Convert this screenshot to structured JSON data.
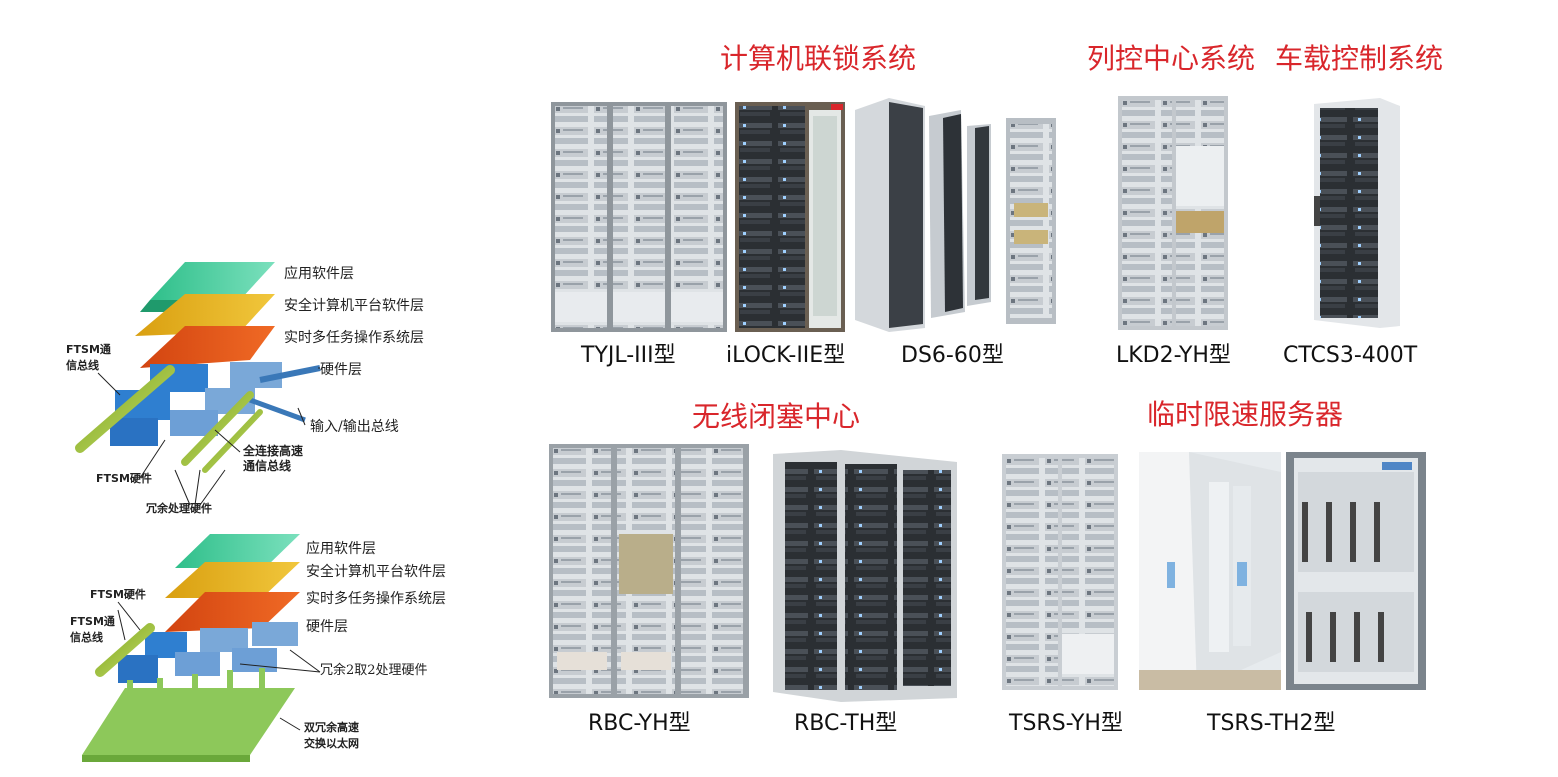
{
  "colors": {
    "title_red": "#d9262b",
    "layer_app": "#3ecf9c",
    "layer_platform": "#e9b71c",
    "layer_os": "#e65a1c",
    "hardware_blue": "#2f7fd0",
    "bus_green": "#9ec13a",
    "ethernet_green": "#8dc85a"
  },
  "diagram_top": {
    "layer_app": "应用软件层",
    "layer_platform": "安全计算机平台软件层",
    "layer_os": "实时多任务操作系统层",
    "layer_hw": "硬件层",
    "ftsm_bus": "FTSM通\n信总线",
    "io_bus": "输入/输出总线",
    "full_bus": "全连接高速\n通信总线",
    "ftsm_hw": "FTSM硬件",
    "redundant_hw": "冗余处理硬件"
  },
  "diagram_bottom": {
    "layer_app": "应用软件层",
    "layer_platform": "安全计算机平台软件层",
    "layer_os": "实时多任务操作系统层",
    "layer_hw": "硬件层",
    "ftsm_hw": "FTSM硬件",
    "ftsm_bus": "FTSM通\n信总线",
    "redundant_2oo2": "冗余2取2处理硬件",
    "ethernet": "双冗余高速\n交换以太网"
  },
  "sections": {
    "interlocking": "计算机联锁系统",
    "train_control_center": "列控中心系统",
    "onboard": "车载控制系统",
    "rbc": "无线闭塞中心",
    "tsrs": "临时限速服务器"
  },
  "products": {
    "tyjl": "TYJL-III型",
    "ilock": "iLOCK-IIE型",
    "ds6": "DS6-60型",
    "lkd2": "LKD2-YH型",
    "ctcs3": "CTCS3-400T",
    "rbc_yh": "RBC-YH型",
    "rbc_th": "RBC-TH型",
    "tsrs_yh": "TSRS-YH型",
    "tsrs_th2": "TSRS-TH2型"
  }
}
